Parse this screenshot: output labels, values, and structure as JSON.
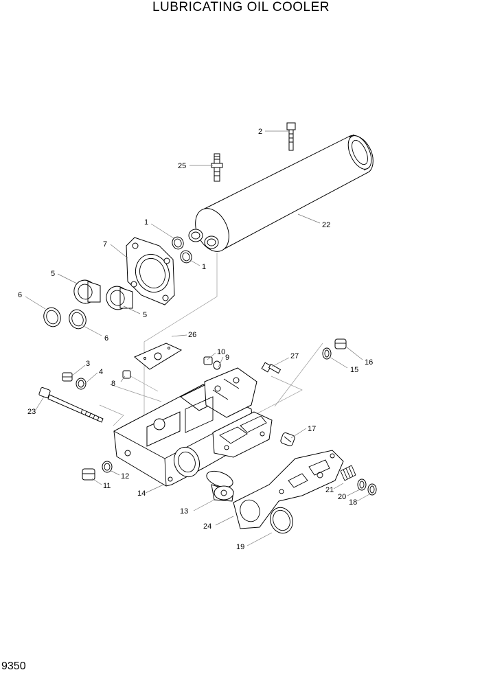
{
  "title": "LUBRICATING OIL COOLER",
  "page_number": "9350",
  "callouts": {
    "c1a": "1",
    "c1b": "1",
    "c2": "2",
    "c3": "3",
    "c4": "4",
    "c5a": "5",
    "c5b": "5",
    "c6a": "6",
    "c6b": "6",
    "c7": "7",
    "c8": "8",
    "c9": "9",
    "c10": "10",
    "c11": "11",
    "c12": "12",
    "c13": "13",
    "c14": "14",
    "c15": "15",
    "c16": "16",
    "c17": "17",
    "c18": "18",
    "c19": "19",
    "c20": "20",
    "c21": "21",
    "c22": "22",
    "c23": "23",
    "c24": "24",
    "c25": "25",
    "c26": "26",
    "c27": "27"
  }
}
